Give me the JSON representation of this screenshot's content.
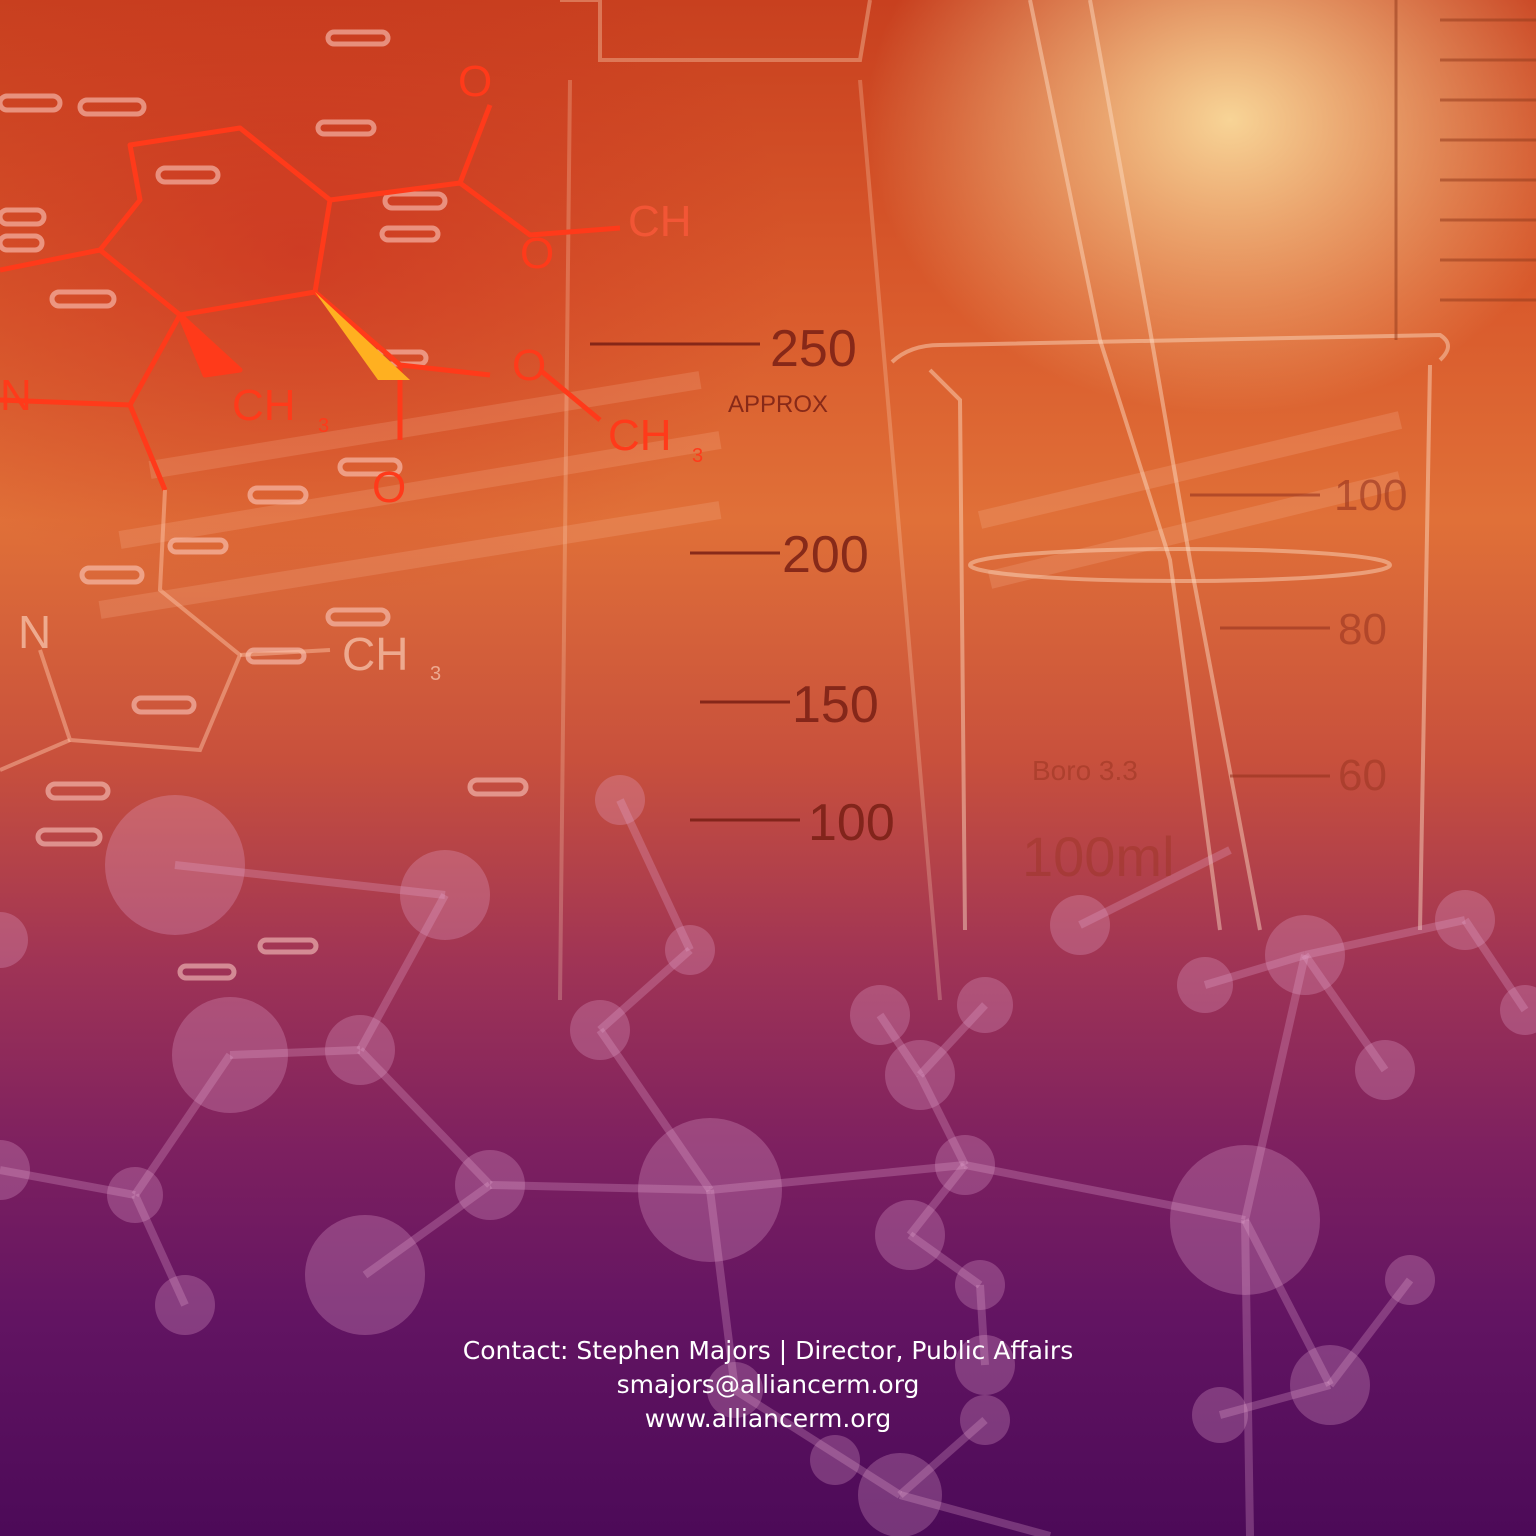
{
  "background": {
    "accent_top": "#c8401f",
    "accent_mid": "#e07038",
    "accent_bottom": "#4c0a58",
    "highlight": "#ffe9a8",
    "molecule_icon": "molecule-network-icon",
    "beaker_icon": "lab-beaker-icon",
    "formula_icon": "chemical-structure-icon"
  },
  "labels": {
    "scale_250": "250",
    "scale_approx": "APPROX",
    "scale_200": "200",
    "scale_150": "150",
    "scale_100": "100",
    "beaker_100": "100",
    "beaker_80": "80",
    "beaker_60": "60",
    "beaker_boro": "Boro 3.3",
    "beaker_ml": "100ml",
    "formula_o_top": "O",
    "formula_ch_top": "CH",
    "formula_o_mid": "O",
    "formula_ch3_a": "CH",
    "formula_ch3_b": "CH",
    "formula_ch3_c": "CH",
    "formula_o_low": "O",
    "formula_n_a": "N",
    "formula_n_b": "N",
    "sub_3": "3"
  },
  "contact": {
    "line1": "Contact: Stephen Majors | Director, Public Affairs",
    "email": "smajors@alliancerm.org",
    "website": "www.alliancerm.org"
  }
}
